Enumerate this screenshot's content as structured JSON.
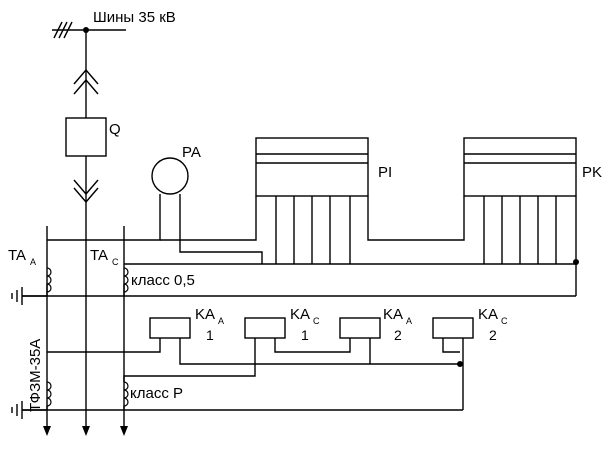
{
  "bus_label": "Шины 35 кВ",
  "breaker_label": "Q",
  "ammeter_label": "PA",
  "meter_active_label": "PI",
  "meter_reactive_label": "PK",
  "ta_a": {
    "main": "TA",
    "sub": "A"
  },
  "ta_c": {
    "main": "TA",
    "sub": "C"
  },
  "transformer_type": "ТФЗМ-35А",
  "class_metering": "класс 0,5",
  "class_protection": "класс Р",
  "relays": [
    {
      "main": "KA",
      "sub": "A",
      "num": "1"
    },
    {
      "main": "KA",
      "sub": "C",
      "num": "1"
    },
    {
      "main": "KA",
      "sub": "A",
      "num": "2"
    },
    {
      "main": "KA",
      "sub": "C",
      "num": "2"
    }
  ]
}
